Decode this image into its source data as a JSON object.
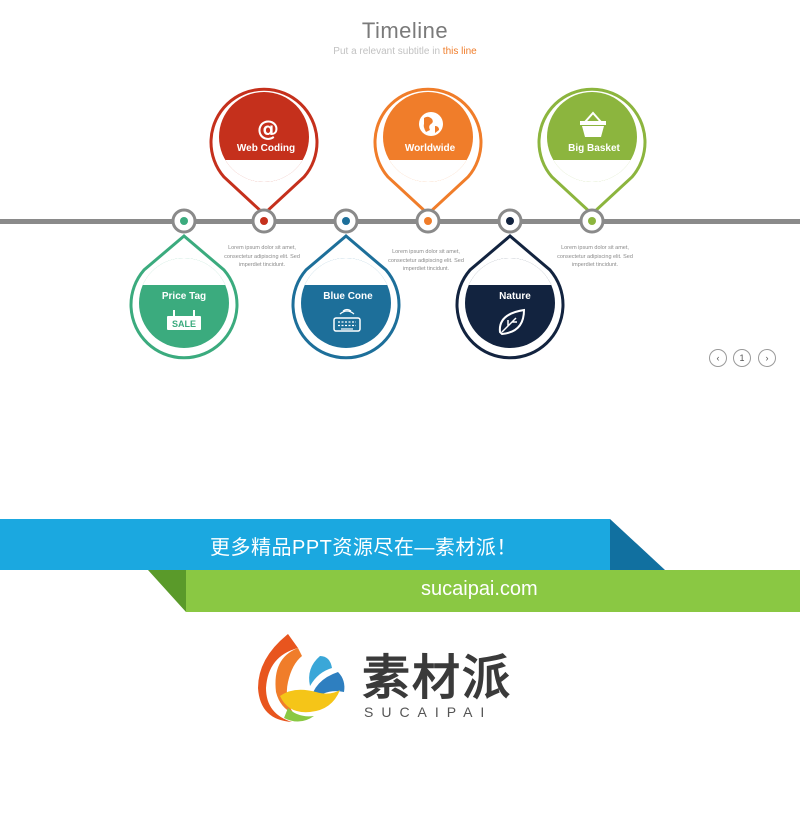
{
  "header": {
    "title": "Timeline",
    "subtitle_prefix": "Put a relevant subtitle in ",
    "subtitle_highlight": "this line"
  },
  "timeline": {
    "line_color": "#8a8a8a",
    "top_pins": [
      {
        "label": "Web Coding",
        "icon": "at-sign-icon",
        "color": "#c5301c"
      },
      {
        "label": "Worldwide",
        "icon": "globe-icon",
        "color": "#f07d2a"
      },
      {
        "label": "Big Basket",
        "icon": "basket-icon",
        "color": "#8cb53e"
      }
    ],
    "bottom_pins": [
      {
        "label": "Price Tag",
        "icon": "sale-tag-icon",
        "icon_text": "SALE",
        "color": "#3bab7e"
      },
      {
        "label": "Blue Cone",
        "icon": "keyboard-icon",
        "color": "#1d6f9a"
      },
      {
        "label": "Nature",
        "icon": "leaf-icon",
        "color": "#12233f"
      }
    ],
    "notes": [
      "Lorem ipsum dolor sit amet, consectetur adipiscing elit. Sed imperdiet tincidunt.",
      "Lorem ipsum dolor sit amet, consectetur adipiscing elit. Sed imperdiet tincidunt.",
      "Lorem ipsum dolor sit amet, consectetur adipiscing elit. Sed imperdiet tincidunt."
    ]
  },
  "pagination": {
    "prev": "‹",
    "page": "1",
    "next": "›"
  },
  "banner": {
    "blue_text": "更多精品PPT资源尽在—素材派！",
    "green_text": "sucaipai.com",
    "blue_color": "#1ba8e0",
    "green_color": "#8ac843"
  },
  "brand": {
    "name": "素材派",
    "latin": "SUCAIPAI"
  }
}
